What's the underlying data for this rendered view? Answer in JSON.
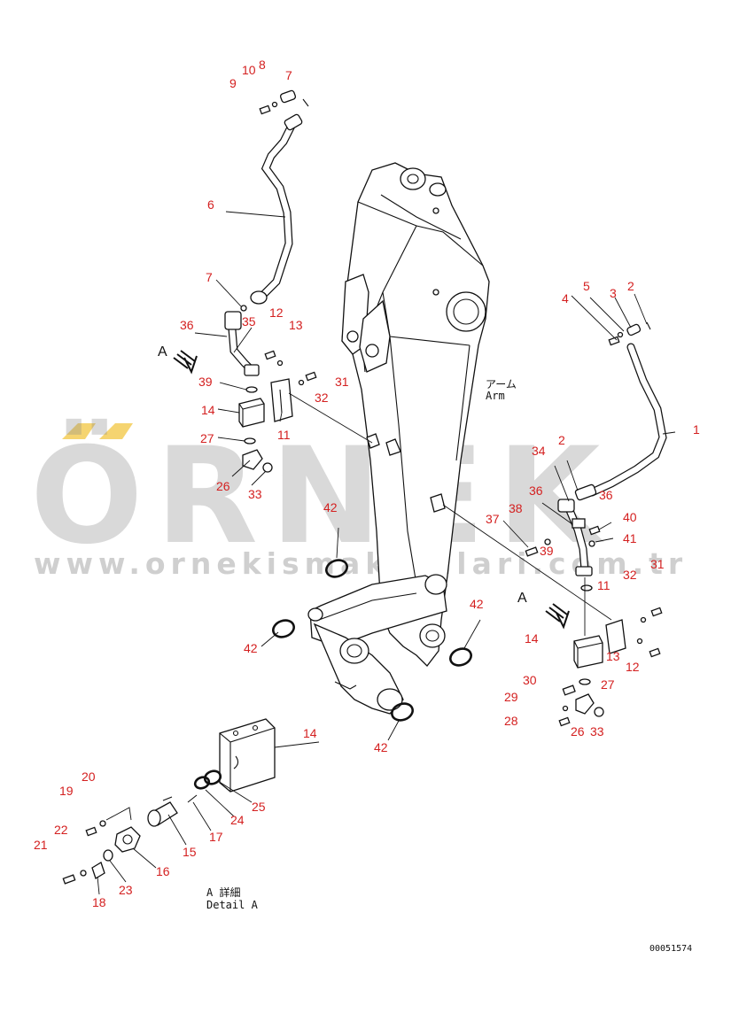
{
  "diagram": {
    "part_numbers": [
      "1",
      "2",
      "3",
      "4",
      "5",
      "6",
      "7",
      "8",
      "9",
      "10",
      "11",
      "12",
      "13",
      "14",
      "15",
      "16",
      "17",
      "18",
      "19",
      "20",
      "21",
      "22",
      "23",
      "24",
      "25",
      "26",
      "27",
      "28",
      "29",
      "30",
      "31",
      "32",
      "33",
      "34",
      "35",
      "36",
      "37",
      "38",
      "39",
      "40",
      "41",
      "42"
    ],
    "arm_label_jp": "アーム",
    "arm_label_en": "Arm",
    "view_marker": "A",
    "detail_label_jp": "A 詳細",
    "detail_label_en": "Detail A",
    "drawing_code": "00051574"
  },
  "watermark": {
    "brand": "ÖRNEK",
    "url": "www.ornekismakinalari.com.tr",
    "accent_color": "#f2c94c"
  },
  "colors": {
    "callout_number": "#d42020",
    "line_art": "#111111"
  }
}
